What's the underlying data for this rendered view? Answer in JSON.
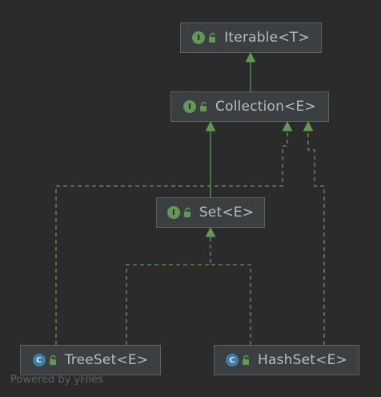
{
  "diagram": {
    "nodes": [
      {
        "id": "iterable",
        "kind": "interface",
        "badge_letter": "I",
        "label": "Iterable<T>"
      },
      {
        "id": "collection",
        "kind": "interface",
        "badge_letter": "I",
        "label": "Collection<E>"
      },
      {
        "id": "set",
        "kind": "interface",
        "badge_letter": "I",
        "label": "Set<E>"
      },
      {
        "id": "treeset",
        "kind": "class",
        "badge_letter": "C",
        "label": "TreeSet<E>"
      },
      {
        "id": "hashset",
        "kind": "class",
        "badge_letter": "C",
        "label": "HashSet<E>"
      }
    ],
    "edges": [
      {
        "from": "collection",
        "to": "iterable",
        "type": "extends"
      },
      {
        "from": "set",
        "to": "collection",
        "type": "extends"
      },
      {
        "from": "treeset",
        "to": "collection",
        "type": "implements"
      },
      {
        "from": "hashset",
        "to": "collection",
        "type": "implements"
      },
      {
        "from": "treeset",
        "to": "set",
        "type": "implements"
      },
      {
        "from": "hashset",
        "to": "set",
        "type": "implements"
      }
    ],
    "icons": {
      "interface_badge": "interface-icon",
      "class_badge": "class-icon",
      "visibility": "open-lock-icon"
    },
    "colors": {
      "background": "#2b2b2b",
      "node_fill": "#3c3f41",
      "node_border": "#5e6060",
      "text": "#bbbbbb",
      "edge": "#629755",
      "interface_badge": "#629755",
      "class_badge": "#3d7fa6"
    }
  },
  "watermark": "Powered by yFiles"
}
